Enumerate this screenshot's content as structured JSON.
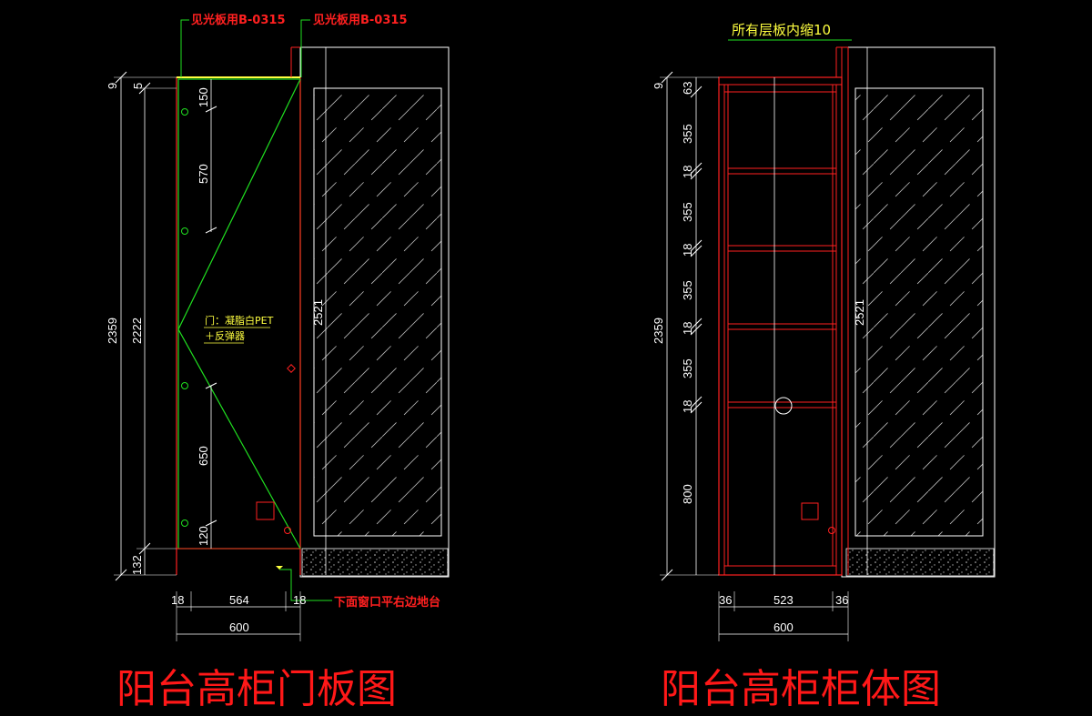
{
  "left_drawing": {
    "title": "阳台高柜门板图",
    "notes": {
      "top_left": "见光板用B-0315",
      "top_right": "见光板用B-0315",
      "door_line1": "门：凝脂白PET",
      "door_line2": "＋反弹器",
      "bottom": "下面窗口平右边地台"
    },
    "vertical_dims": {
      "d9": "9",
      "d5": "5",
      "d2359": "2359",
      "d2222": "2222",
      "d132": "132",
      "d150": "150",
      "d570": "570",
      "d650": "650",
      "d120": "120",
      "d2521": "2521"
    },
    "horizontal_dims": {
      "d18a": "18",
      "d564": "564",
      "d18b": "18",
      "d600": "600"
    }
  },
  "right_drawing": {
    "title": "阳台高柜柜体图",
    "notes": {
      "top": "所有层板内缩10"
    },
    "vertical_dims": {
      "d9": "9",
      "d63": "63",
      "d355a": "355",
      "d18a": "18",
      "d355b": "355",
      "d18b": "18",
      "d355c": "355",
      "d18c": "18",
      "d355d": "355",
      "d18d": "18",
      "d800": "800",
      "d2359": "2359",
      "d2521": "2521"
    },
    "horizontal_dims": {
      "d36a": "36",
      "d523": "523",
      "d36b": "36",
      "d600": "600"
    }
  },
  "colors": {
    "background": "#000000",
    "cad_red": "#ff2020",
    "cad_green": "#20e020",
    "cad_yellow": "#ffff40",
    "cad_white": "#ffffff"
  }
}
